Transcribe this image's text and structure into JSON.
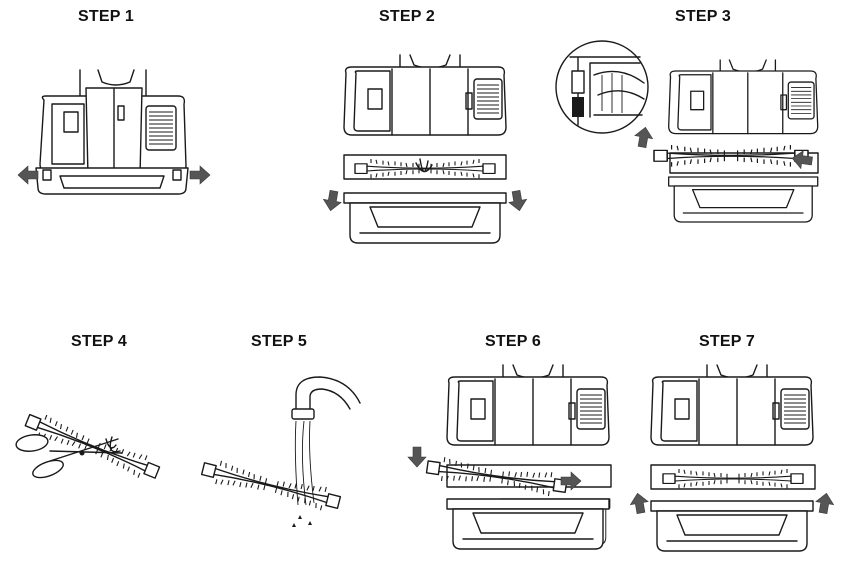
{
  "steps": [
    {
      "id": 1,
      "label": "STEP 1"
    },
    {
      "id": 2,
      "label": "STEP 2"
    },
    {
      "id": 3,
      "label": "STEP 3"
    },
    {
      "id": 4,
      "label": "STEP 4"
    },
    {
      "id": 5,
      "label": "STEP 5"
    },
    {
      "id": 6,
      "label": "STEP 6"
    },
    {
      "id": 7,
      "label": "STEP 7"
    }
  ],
  "colors": {
    "line": "#1a1a1a",
    "arrow": "#555555",
    "background": "#ffffff"
  },
  "icons": {
    "step1": [
      "vacuum-head-icon",
      "arrow-left-icon",
      "arrow-right-icon"
    ],
    "step2": [
      "vacuum-head-open-icon",
      "arrow-down-icon"
    ],
    "step3": [
      "vacuum-head-open-icon",
      "zoom-detail-icon",
      "arrow-up-icon",
      "arrow-left-icon"
    ],
    "step4": [
      "brushroll-icon",
      "scissors-icon"
    ],
    "step5": [
      "brushroll-icon",
      "faucet-icon",
      "water-stream-icon"
    ],
    "step6": [
      "vacuum-head-open-icon",
      "brushroll-icon",
      "arrow-down-icon",
      "arrow-right-icon"
    ],
    "step7": [
      "vacuum-head-open-icon",
      "arrow-up-icon"
    ]
  }
}
